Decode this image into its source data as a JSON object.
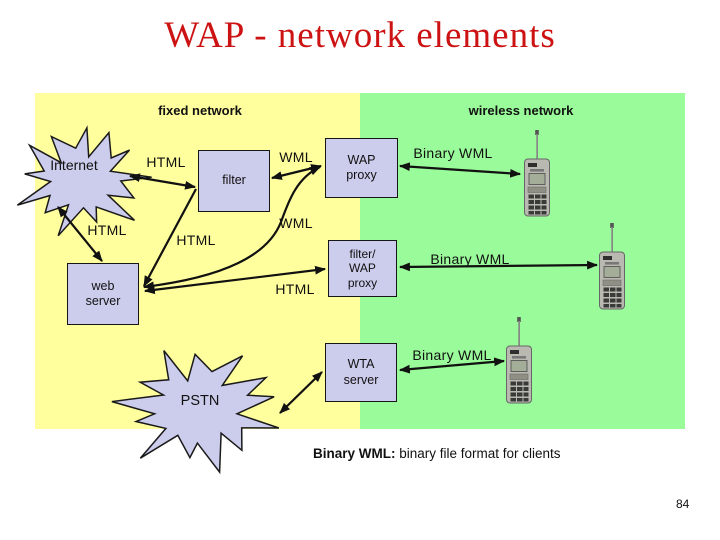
{
  "slide": {
    "title": "WAP - network elements",
    "page_number": "84"
  },
  "regions": {
    "fixed": {
      "label": "fixed network",
      "bg": "#FFFF9E"
    },
    "wireless": {
      "label": "wireless network",
      "bg": "#9AFB9A"
    }
  },
  "nodes": {
    "internet": {
      "label": "Internet"
    },
    "pstn": {
      "label": "PSTN"
    },
    "filter": {
      "label": "filter"
    },
    "wap_proxy": {
      "label": "WAP\nproxy"
    },
    "filter_wap_proxy": {
      "label": "filter/\nWAP\nproxy"
    },
    "web_server": {
      "label": "web\nserver"
    },
    "wta_server": {
      "label": "WTA\nserver"
    }
  },
  "edge_labels": {
    "internet_filter": "HTML",
    "filter_wap_proxy": "WML",
    "wap_proxy_phone": "Binary WML",
    "internet_web_server": "HTML",
    "filter_web_server": "HTML",
    "web_server_wap_proxy": "WML",
    "web_server_filter_wap_proxy": "HTML",
    "filter_wap_proxy_phone": "Binary WML",
    "wta_server_phone": "Binary WML"
  },
  "caption": {
    "lead": "Binary WML:",
    "rest": " binary file format for clients"
  },
  "icons": {
    "phone": "mobile-phone"
  },
  "colors": {
    "title": "#CC1212",
    "fixed_bg": "#FFFF9E",
    "wireless_bg": "#9AFB9A",
    "node_fill": "#CCCCEC",
    "node_border": "#161616",
    "arrow": "#111111"
  }
}
